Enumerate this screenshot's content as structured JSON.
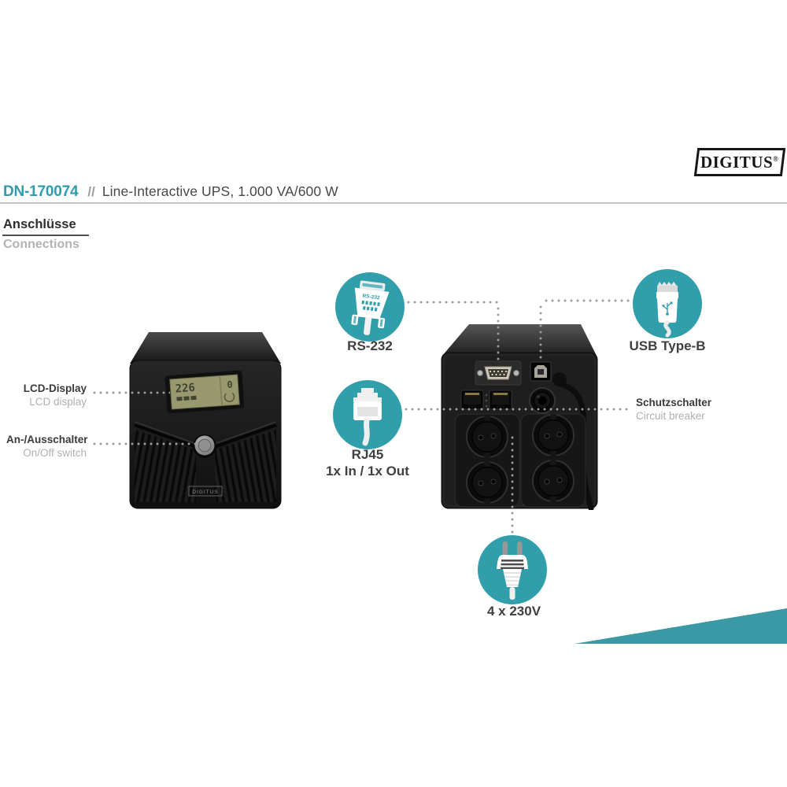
{
  "brand": {
    "logo_text": "DIGITUS",
    "registered": "®"
  },
  "header": {
    "model": "DN-170074",
    "separator": "//",
    "title": "Line-Interactive UPS, 1.000 VA/600 W"
  },
  "section": {
    "heading_de": "Anschlüsse",
    "heading_en": "Connections"
  },
  "front_view": {
    "lcd_value": "226",
    "lcd_secondary": "0",
    "badge": "DIGITUS",
    "labels": {
      "lcd": {
        "de": "LCD-Display",
        "en": "LCD display"
      },
      "power_switch": {
        "de": "An-/Ausschalter",
        "en": "On/Off switch"
      }
    }
  },
  "callouts": {
    "rs232": {
      "label": "RS-232",
      "icon": "serial-db9-connector-icon"
    },
    "usb": {
      "label": "USB Type-B",
      "icon": "usb-type-b-plug-icon"
    },
    "rj45": {
      "label": "RJ45",
      "sublabel": "1x In / 1x Out",
      "icon": "rj45-plug-icon"
    },
    "breaker": {
      "de": "Schutzschalter",
      "en": "Circuit breaker"
    },
    "power": {
      "label": "4 x 230V",
      "icon": "power-plug-icon"
    }
  },
  "colors": {
    "teal_accent": "#2d9cab",
    "teal_circle": "#319fab",
    "teal_wedge": "#3a99a5",
    "label_dark": "#3a3a3a",
    "label_gray": "#b0b0b0",
    "divider_gray": "#c3c3c3"
  }
}
